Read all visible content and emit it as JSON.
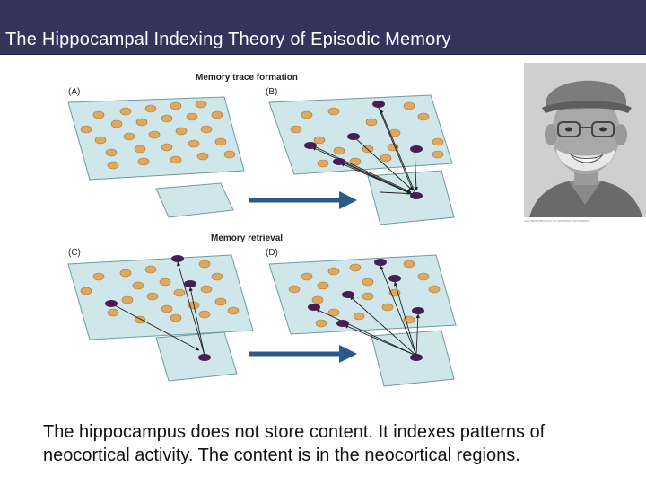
{
  "slide": {
    "title": "The Hippocampal Indexing Theory of Episodic Memory",
    "body": "The hippocampus does not store content. It indexes patterns of neocortical activity. The content is in the neocortical regions."
  },
  "figure": {
    "top_heading": "Memory trace formation",
    "mid_heading": "Memory retrieval",
    "panel_a": "(A)",
    "panel_b": "(B)",
    "panel_c": "(C)",
    "panel_d": "(D)"
  },
  "photo": {
    "caption": "THE NEUROBIOLOGY OF LEARNING AND MEMORY"
  },
  "colors": {
    "title_bar": "#33335c",
    "plane": "#cfe7ea",
    "plane_border": "#6f9aa0",
    "inactive_node": "#e0a85c",
    "active_node": "#4a1d52",
    "arrow": "#2a5a8a"
  }
}
